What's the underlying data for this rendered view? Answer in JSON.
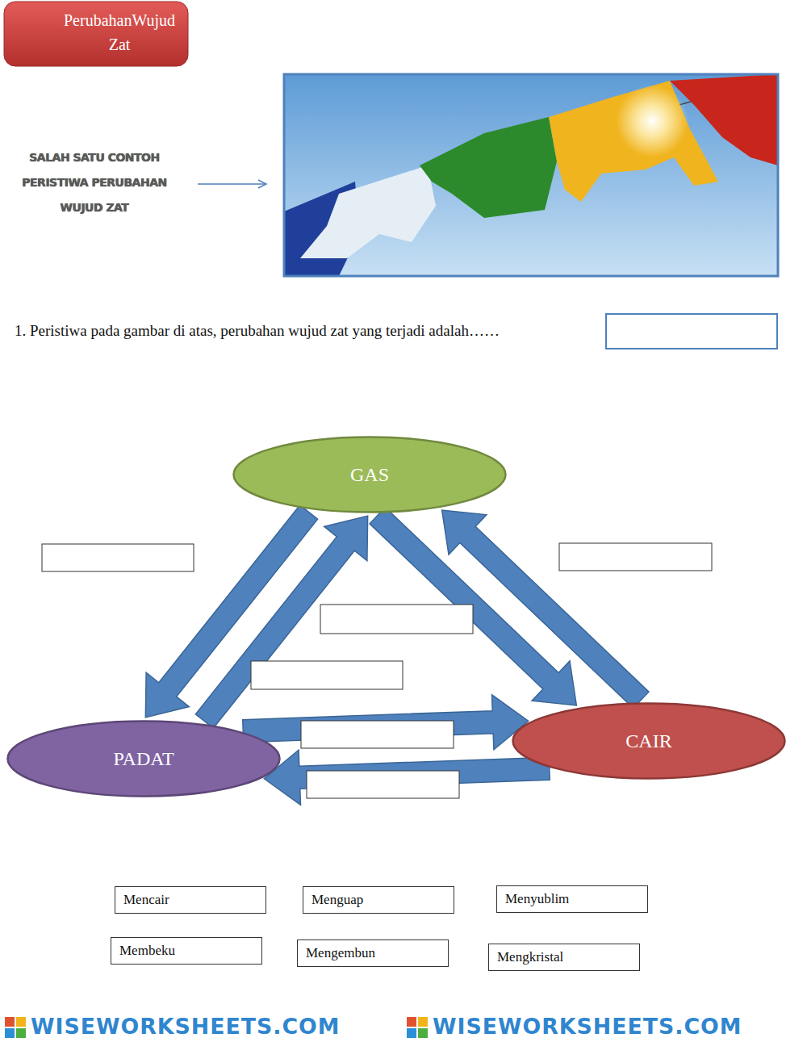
{
  "diagram": {
    "title": "PerubahanWujud Zat",
    "nodes": [
      {
        "text": [
          "GAS"
        ]
      },
      {
        "text": [
          "CAIR"
        ]
      },
      {
        "text": [
          "PADAT"
        ]
      },
      {
        "text": [
          "Mencair"
        ]
      },
      {
        "text": [
          "Menguap"
        ]
      },
      {
        "text": [
          "Menyublim"
        ]
      },
      {
        "text": [
          "Membeku"
        ]
      },
      {
        "text": [
          "Mengembun"
        ]
      },
      {
        "text": [
          "Mengkristal"
        ]
      }
    ],
    "edges": [
      {
        "from": 0,
        "to": 2,
        "arrow": "to"
      },
      {
        "from": 2,
        "to": 0,
        "arrow": "to"
      },
      {
        "from": 0,
        "to": 1,
        "arrow": "to"
      },
      {
        "from": 1,
        "to": 0,
        "arrow": "to"
      },
      {
        "from": 2,
        "to": 1,
        "arrow": "to"
      },
      {
        "from": 1,
        "to": 2,
        "arrow": "to"
      }
    ],
    "labels": [
      "SALAH SATU CONTOH PERISTIWA PERUBAHAN WUJUD ZAT",
      "1.  Peristiwa pada gambar di atas, perubahan wujud zat yang terjadi adalah……",
      "WISEWORKSHEETS.COM",
      "WISEWORKSHEETS.COM"
    ]
  }
}
